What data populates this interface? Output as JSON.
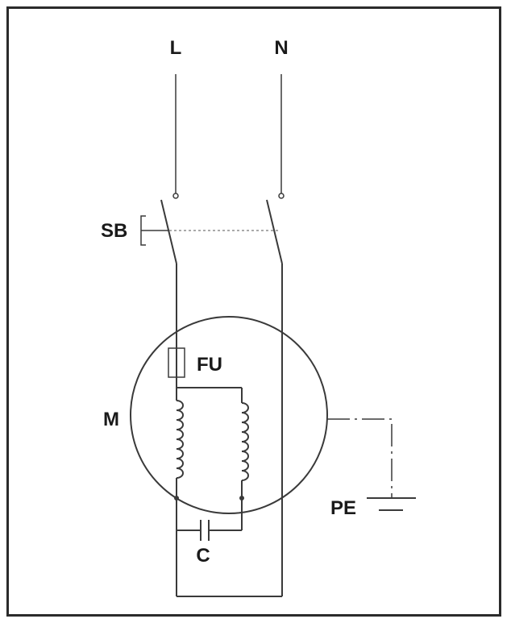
{
  "labels": {
    "line": "L",
    "neutral": "N",
    "switch": "SB",
    "fuse": "FU",
    "motor": "M",
    "earth": "PE",
    "capacitor": "C"
  },
  "colors": {
    "line": "#3a3a3a",
    "text": "#1a1a1a",
    "frame": "#2b2b2b"
  }
}
